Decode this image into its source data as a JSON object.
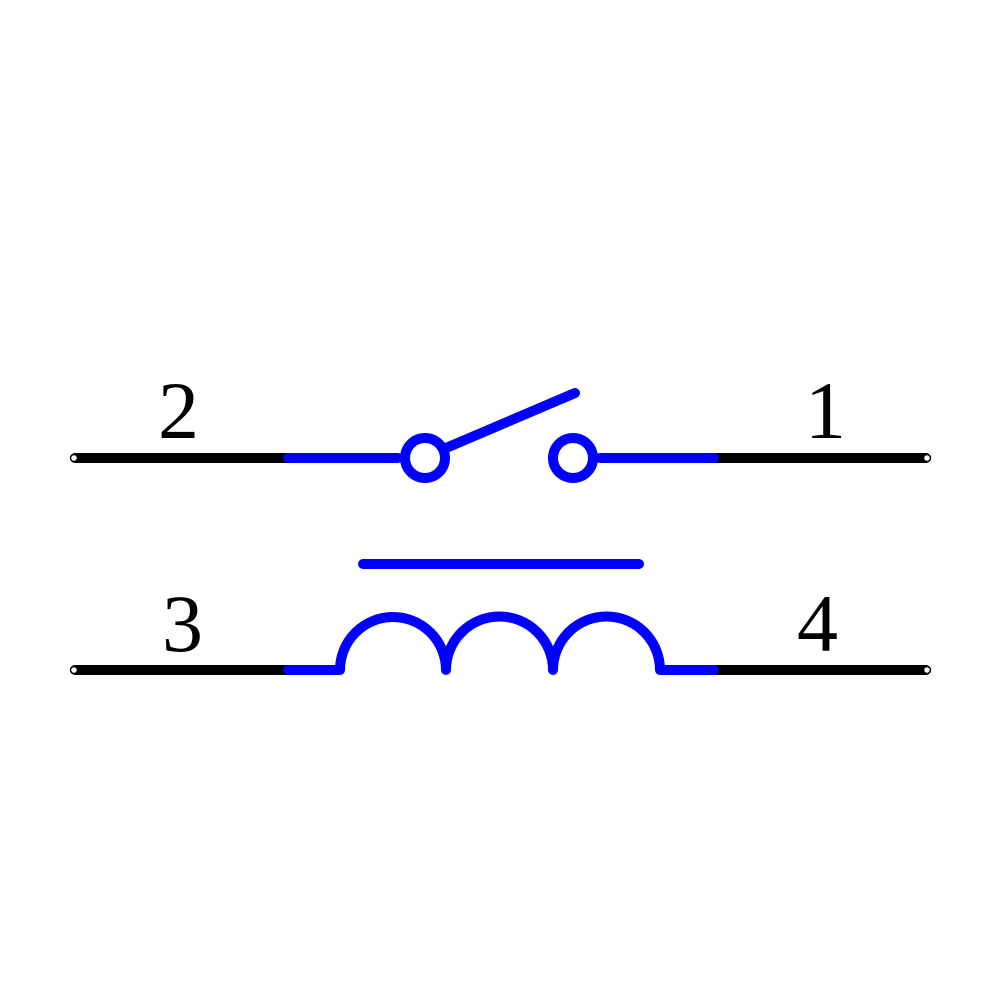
{
  "diagram": {
    "type": "relay-schematic-symbol",
    "colors": {
      "pin": "#000000",
      "body": "#0000ff",
      "background": "#ffffff"
    },
    "pins": [
      {
        "id": "2",
        "label": "2",
        "side": "left",
        "row": "switch"
      },
      {
        "id": "1",
        "label": "1",
        "side": "right",
        "row": "switch"
      },
      {
        "id": "3",
        "label": "3",
        "side": "left",
        "row": "coil"
      },
      {
        "id": "4",
        "label": "4",
        "side": "right",
        "row": "coil"
      }
    ],
    "components": {
      "switch": "normally-open contact",
      "coil": "inductor coil with 3 loops",
      "armature": "horizontal bar between switch and coil"
    }
  }
}
